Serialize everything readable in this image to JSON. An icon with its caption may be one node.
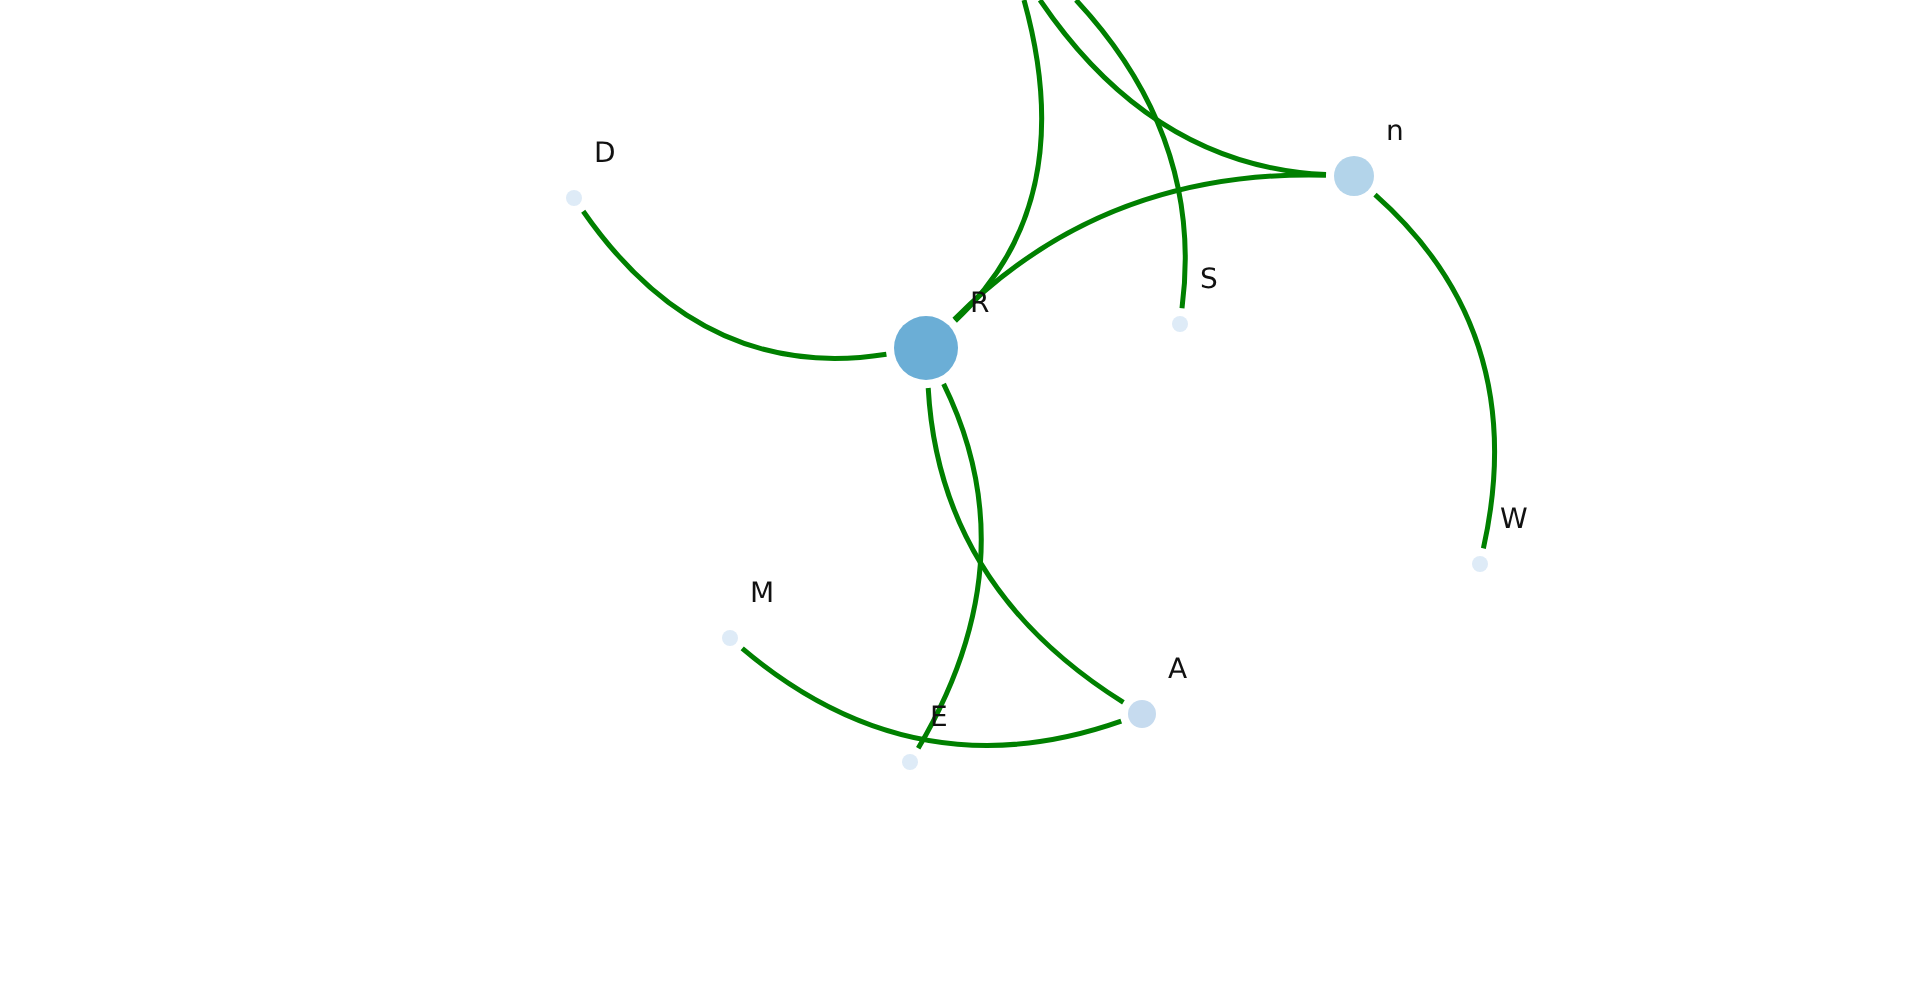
{
  "diagram": {
    "nodes": [
      {
        "text": [],
        "shape": "circle",
        "beside": [
          "n"
        ]
      },
      {
        "text": [],
        "shape": "circle",
        "beside": [
          "D"
        ]
      },
      {
        "text": [],
        "shape": "circle",
        "beside": [
          "S"
        ]
      },
      {
        "text": [],
        "shape": "circle",
        "beside": [
          "R"
        ]
      },
      {
        "text": [],
        "shape": "circle",
        "beside": [
          "W"
        ]
      },
      {
        "text": [],
        "shape": "circle",
        "beside": [
          "M"
        ]
      },
      {
        "text": [],
        "shape": "circle",
        "beside": [
          "A"
        ]
      },
      {
        "text": [],
        "shape": "circle",
        "beside": [
          "E"
        ]
      }
    ],
    "edges": [
      {
        "from": 1,
        "to": 3,
        "arrow": "none"
      },
      {
        "from": 3,
        "to": null,
        "arrow": "none"
      },
      {
        "from": 0,
        "to": null,
        "arrow": "none"
      },
      {
        "from": 2,
        "to": null,
        "arrow": "none"
      },
      {
        "from": 3,
        "to": 0,
        "arrow": "none"
      },
      {
        "from": 0,
        "to": 4,
        "arrow": "none"
      },
      {
        "from": 3,
        "to": 6,
        "arrow": "none"
      },
      {
        "from": 3,
        "to": 7,
        "arrow": "none"
      },
      {
        "from": 5,
        "to": 6,
        "arrow": "none"
      }
    ]
  }
}
